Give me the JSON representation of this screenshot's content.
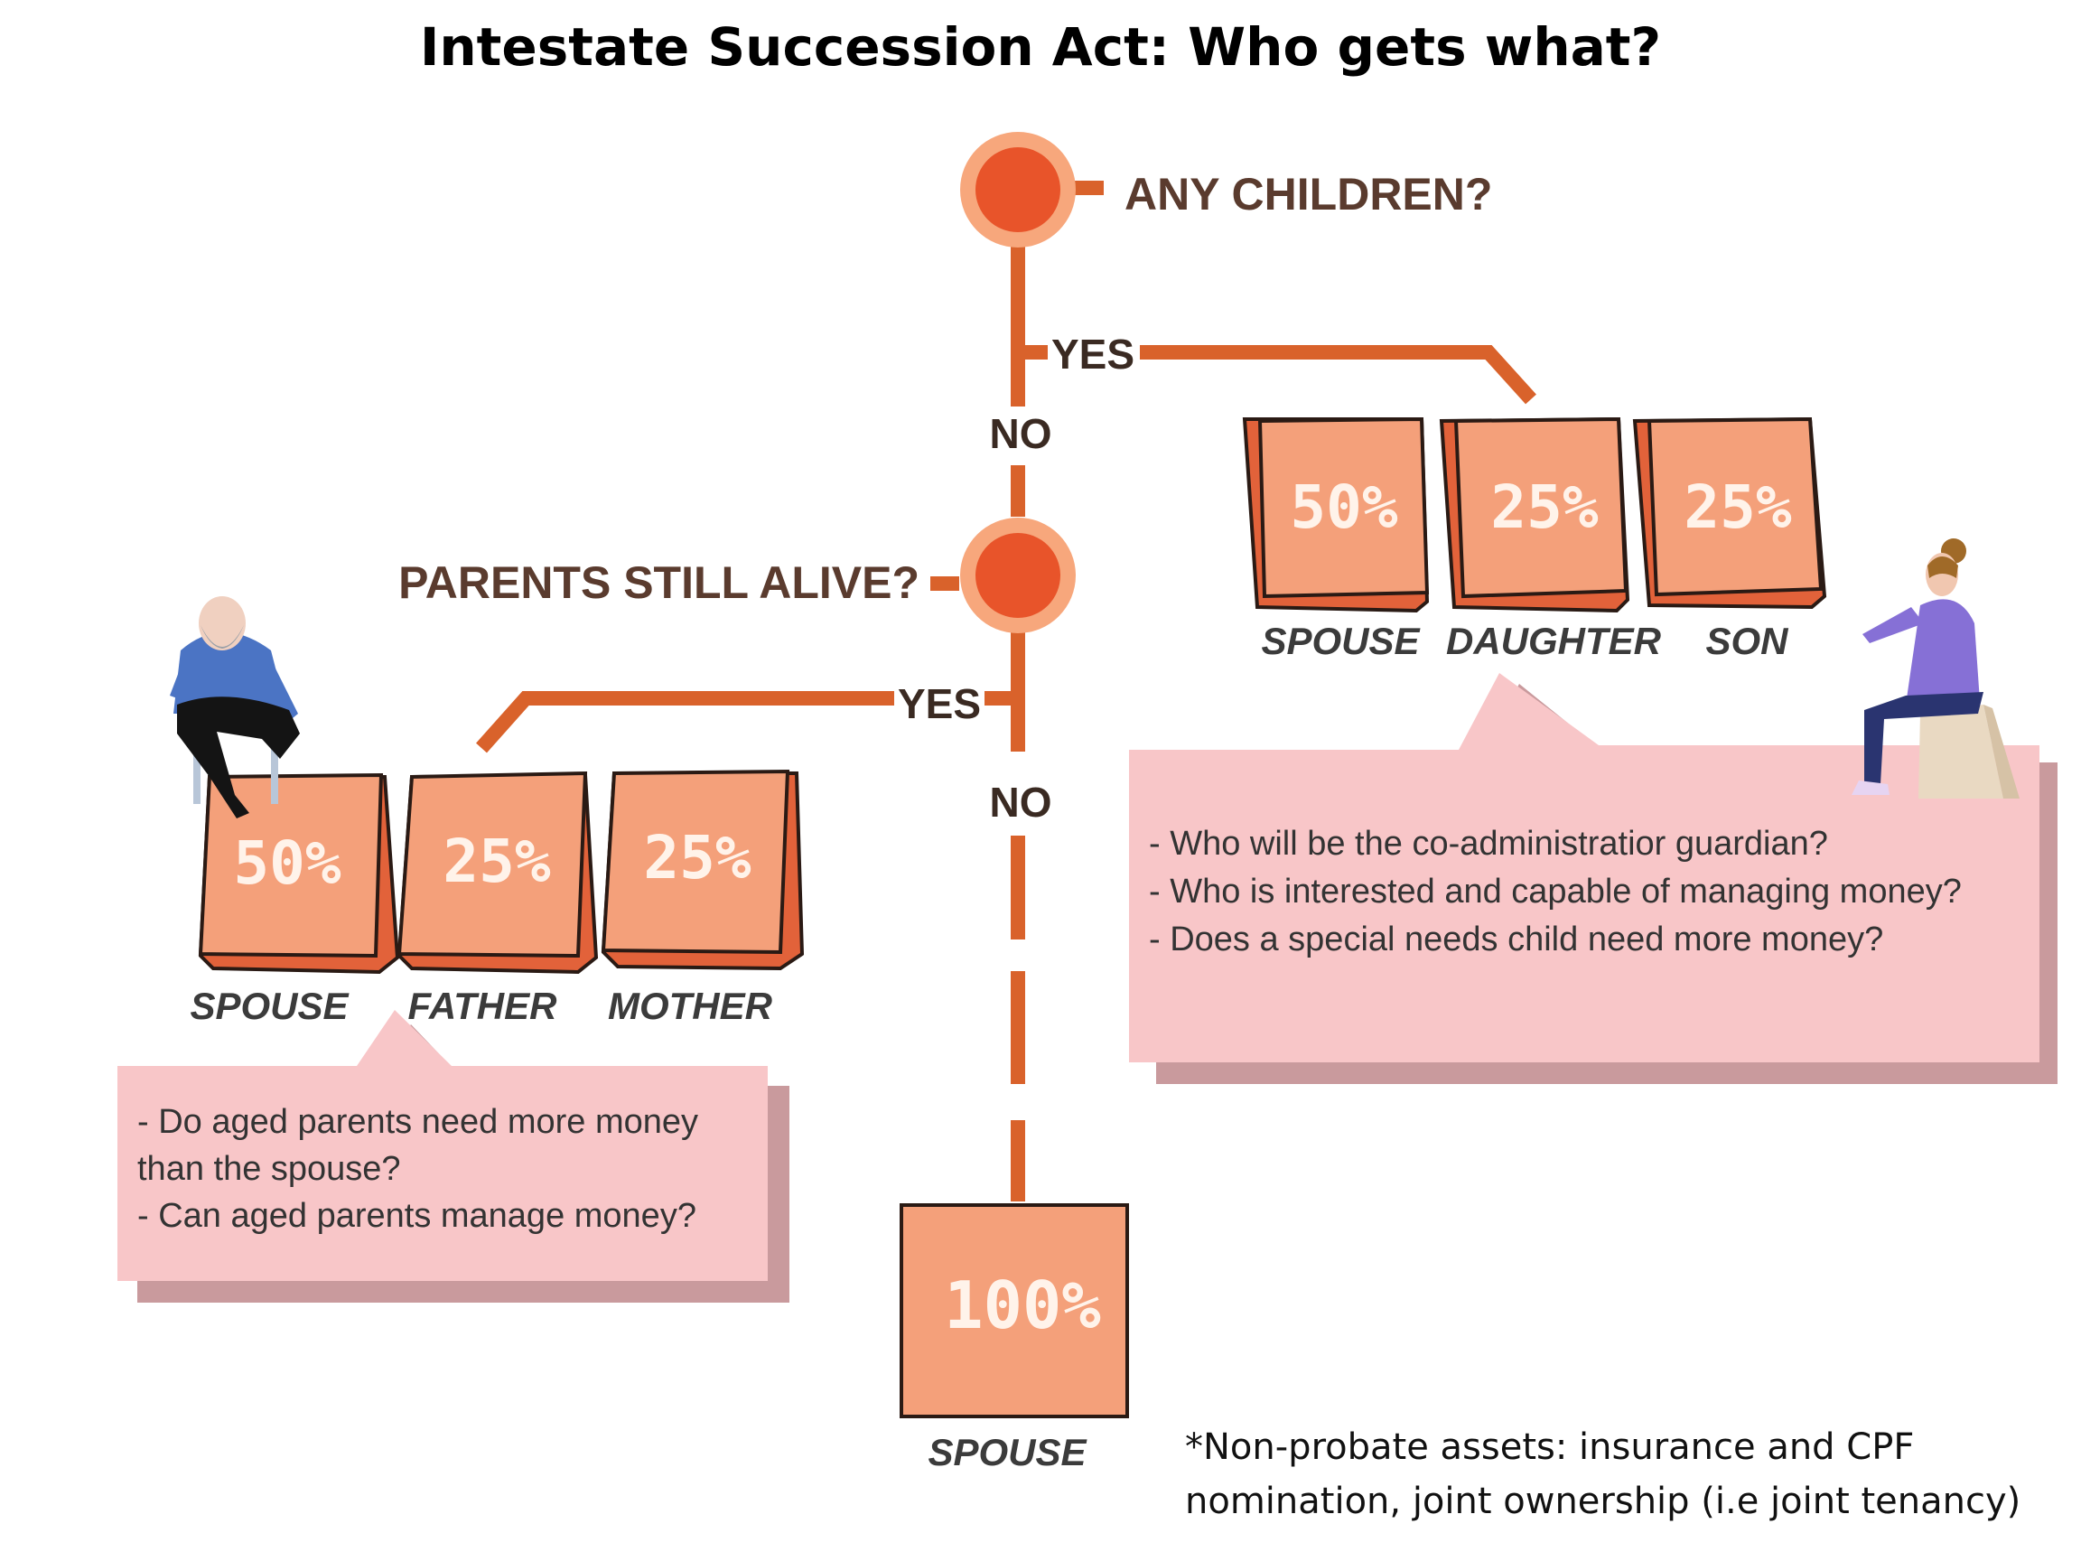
{
  "title": "Intestate Succession Act: Who gets what?",
  "questions": {
    "children": "ANY CHILDREN?",
    "parents": "PARENTS STILL ALIVE?"
  },
  "answers": {
    "children_yes": "YES",
    "children_no": "NO",
    "parents_yes": "YES",
    "parents_no": "NO"
  },
  "children_case": {
    "shares": [
      {
        "pct": "50%",
        "who": "SPOUSE"
      },
      {
        "pct": "25%",
        "who": "DAUGHTER"
      },
      {
        "pct": "25%",
        "who": "SON"
      }
    ],
    "notes": [
      "- Who will be the co-administratior guardian?",
      "- Who is interested and capable of managing money?",
      "- Does a special needs child need more money?"
    ]
  },
  "parents_case": {
    "shares": [
      {
        "pct": "50%",
        "who": "SPOUSE"
      },
      {
        "pct": "25%",
        "who": "FATHER"
      },
      {
        "pct": "25%",
        "who": "MOTHER"
      }
    ],
    "notes": [
      "- Do aged parents need more money",
      "than the spouse?",
      "- Can aged parents manage money?"
    ]
  },
  "spouse_only": {
    "pct": "100%",
    "who": "SPOUSE"
  },
  "footnote": [
    "*Non-probate assets: insurance and CPF",
    "nomination, joint ownership (i.e joint tenancy)"
  ],
  "colors": {
    "line": "#d9622b",
    "box_face": "#f4a07a",
    "box_side": "#e2623a",
    "node_outer": "#f7a77c",
    "node_inner": "#e8542a",
    "note_bg": "#f8c6c8",
    "note_shadow": "#c99a9d"
  }
}
